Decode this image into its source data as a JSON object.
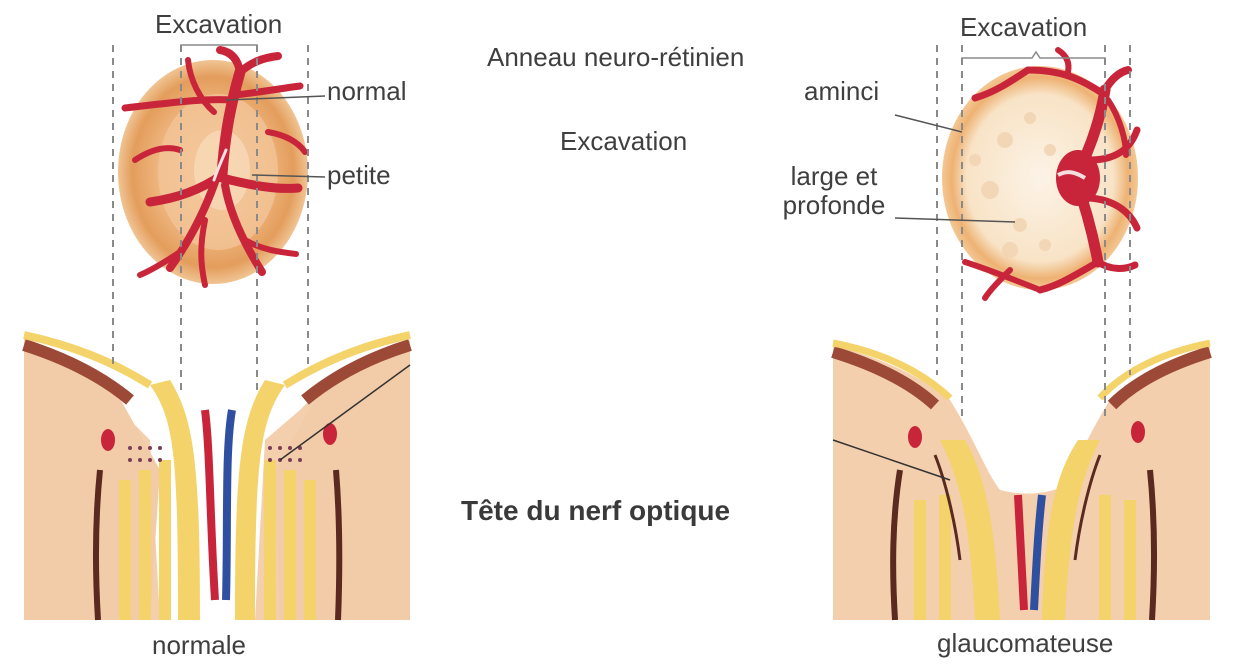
{
  "labels": {
    "left_excavation": "Excavation",
    "left_normal": "normal",
    "left_petite": "petite",
    "center_anneau": "Anneau neuro-rétinien",
    "center_excavation": "Excavation",
    "center_title": "Tête du nerf optique",
    "right_excavation": "Excavation",
    "right_aminci": "aminci",
    "right_large_line1": "large et",
    "right_large_line2": "profonde",
    "caption_left": "normale",
    "caption_right": "glaucomateuse"
  },
  "colors": {
    "vessel": "#c8253a",
    "disc_rim": "#e7a05a",
    "disc_inner": "#f2c79a",
    "cup_pale": "#fbefe0",
    "fiber_yellow": "#f3d36a",
    "tissue": "#f3cfae",
    "choroid": "#9c4a37",
    "vein_blue": "#2f4fa0",
    "guide_line": "#8a8a8a"
  }
}
